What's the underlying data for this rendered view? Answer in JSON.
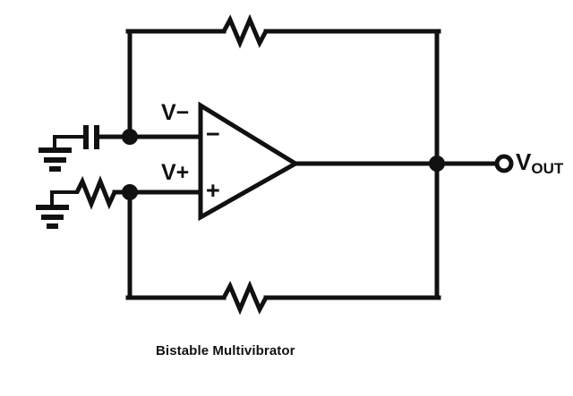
{
  "diagram": {
    "title": "Bistable Multivibrator",
    "background_color": "#ffffff",
    "line_color": "#111111",
    "labels": {
      "inverting_input": "V−",
      "noninverting_input": "V+",
      "opamp_inverting_sign": "−",
      "opamp_noninverting_sign": "+",
      "output_main": "V",
      "output_subscript": "OUT"
    },
    "components": [
      {
        "name": "feedback-resistor-top",
        "type": "resistor",
        "orientation": "horizontal"
      },
      {
        "name": "feedback-resistor-bottom",
        "type": "resistor",
        "orientation": "horizontal"
      },
      {
        "name": "input-resistor-left",
        "type": "resistor",
        "orientation": "horizontal"
      },
      {
        "name": "timing-capacitor",
        "type": "capacitor",
        "orientation": "vertical-plates"
      },
      {
        "name": "ground-capacitor",
        "type": "ground"
      },
      {
        "name": "ground-resistor",
        "type": "ground"
      },
      {
        "name": "operational-amplifier",
        "type": "opamp"
      },
      {
        "name": "output-terminal",
        "type": "terminal"
      }
    ]
  }
}
